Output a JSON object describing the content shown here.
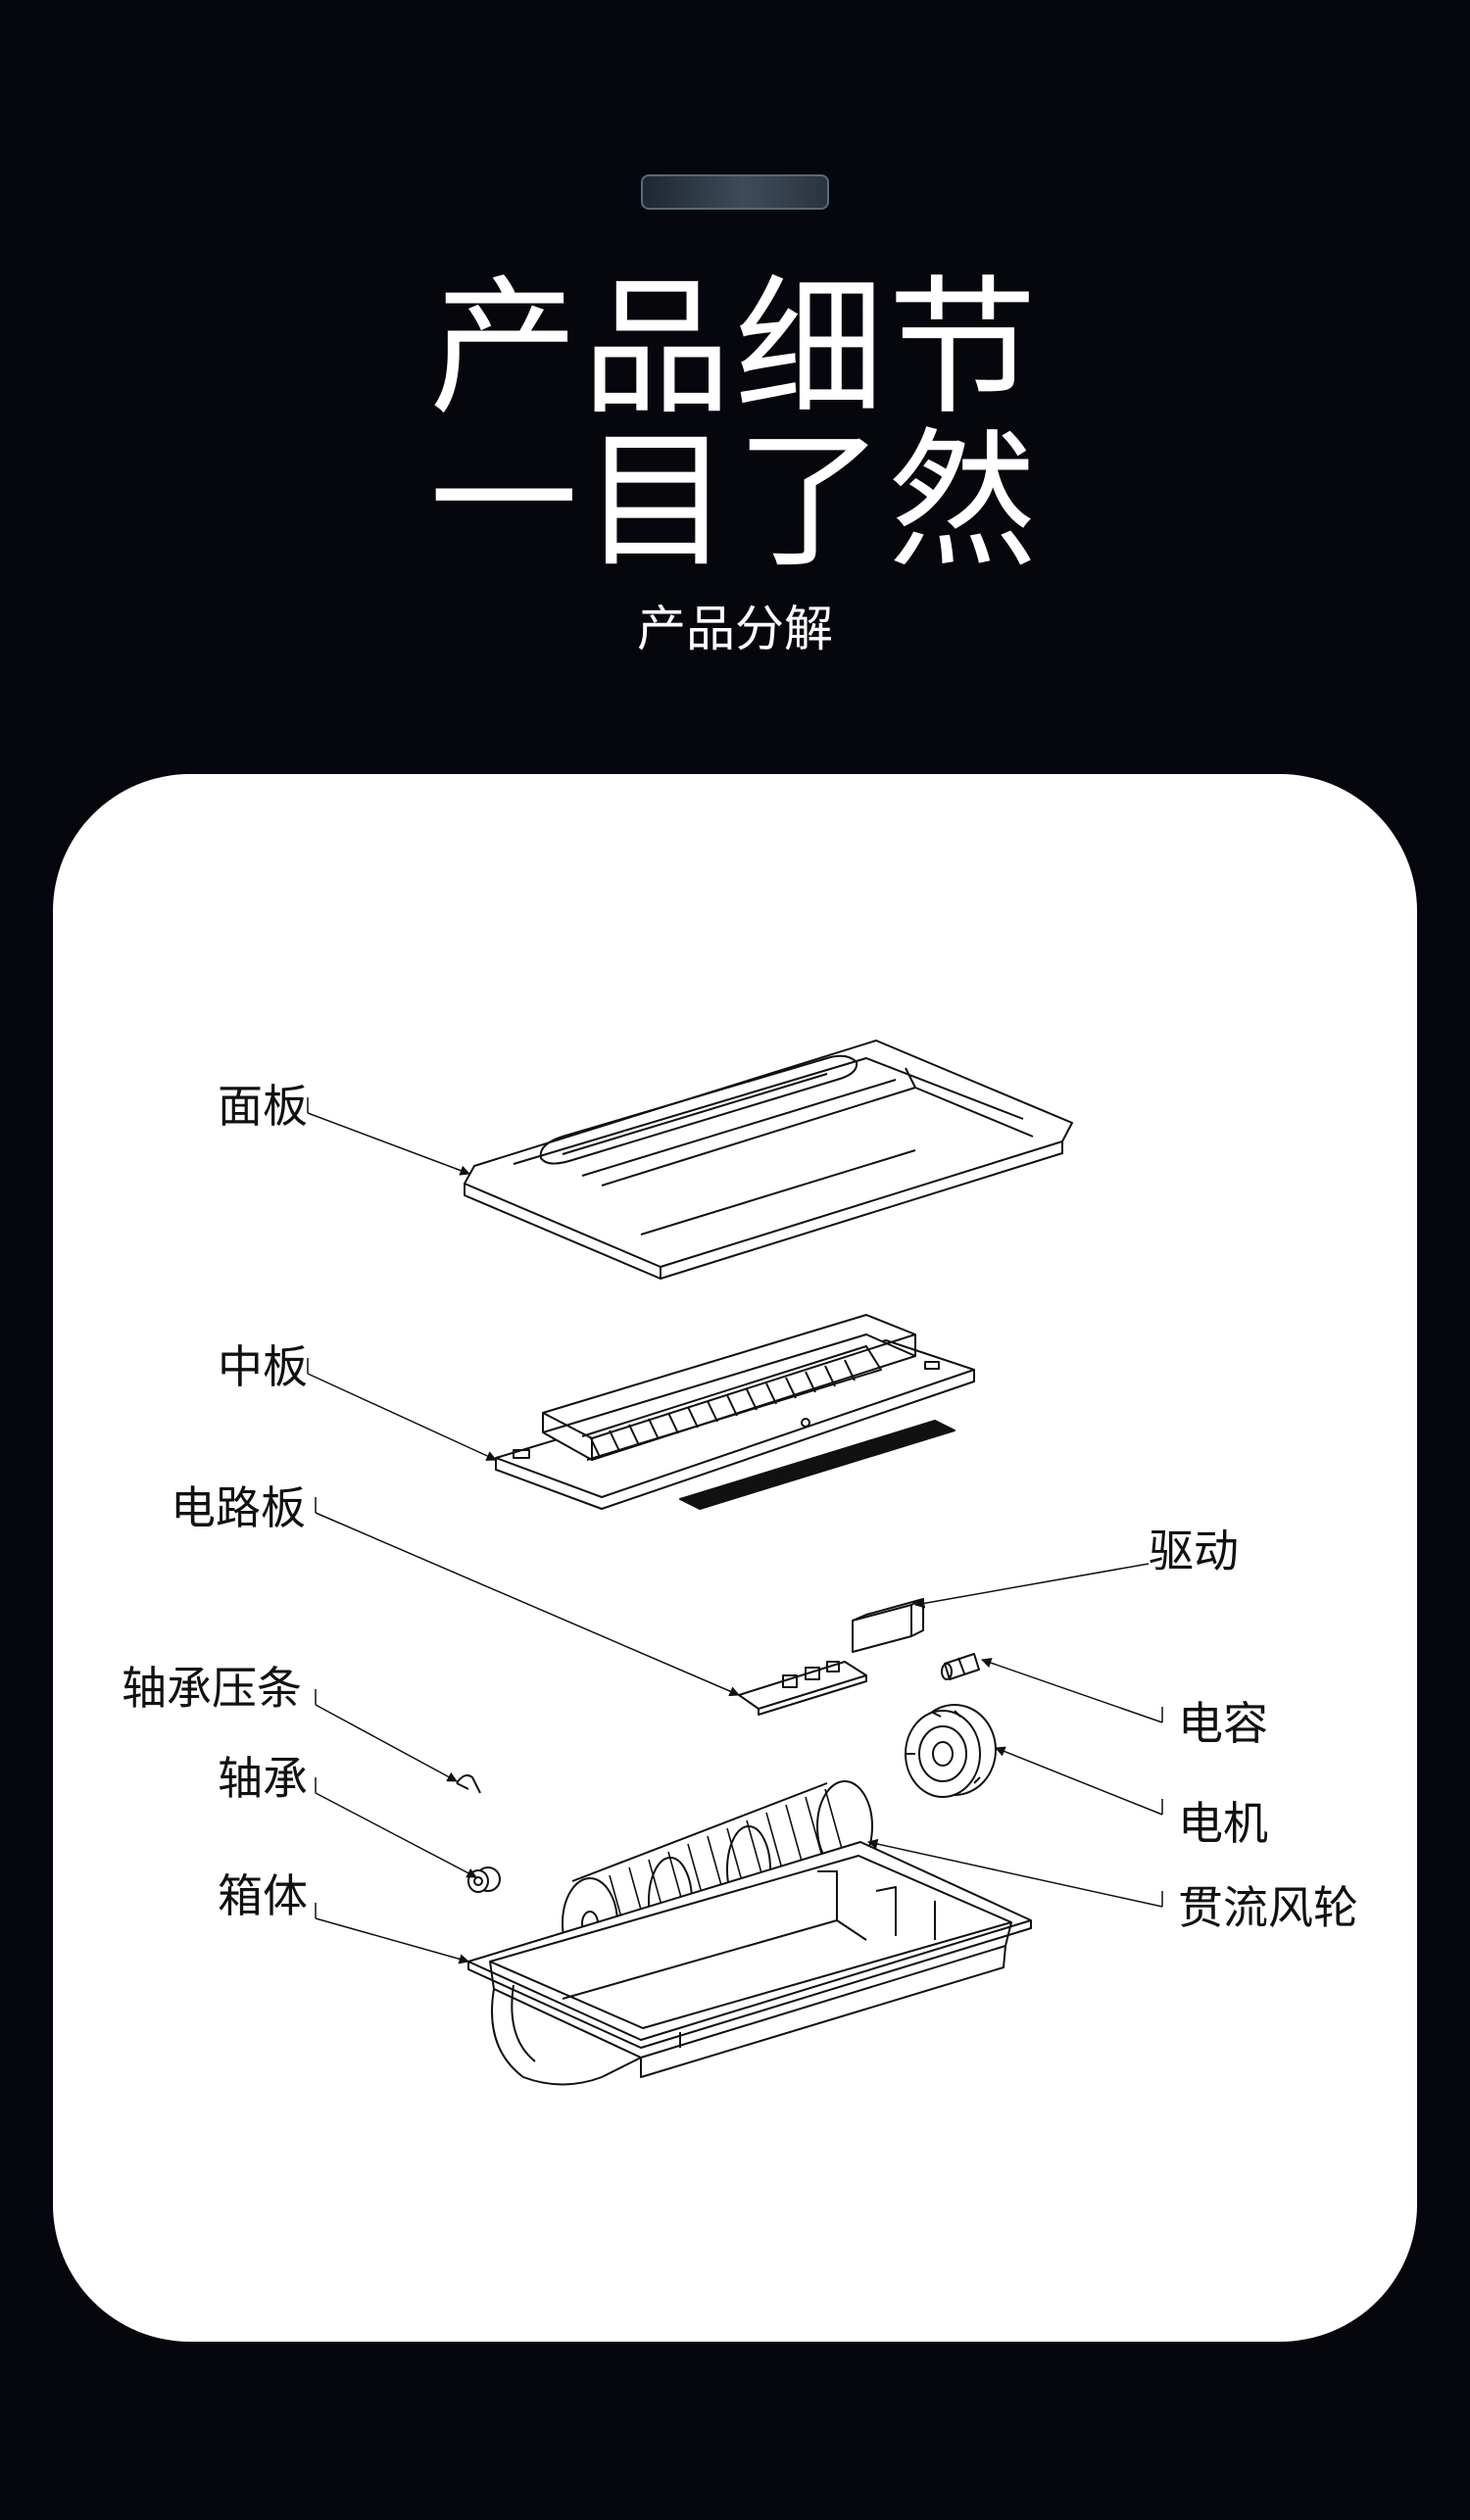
{
  "header": {
    "title_line1": "产品细节",
    "title_line2": "一目了然",
    "subtitle": "产品分解"
  },
  "diagram": {
    "labels": {
      "panel": "面板",
      "middle_plate": "中板",
      "circuit_board": "电路板",
      "bearing_strip": "轴承压条",
      "bearing": "轴承",
      "housing": "箱体",
      "driver": "驱动",
      "capacitor": "电容",
      "motor": "电机",
      "crossflow_wheel": "贯流风轮"
    }
  },
  "colors": {
    "background": "#05070c",
    "card": "#ffffff",
    "line": "#111111"
  }
}
